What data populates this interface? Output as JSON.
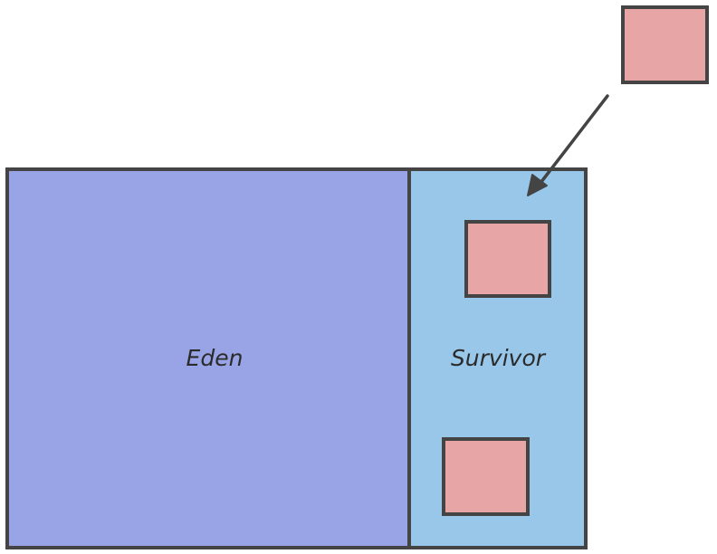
{
  "regions": {
    "eden": {
      "label": "Eden",
      "fill": "#98a4e5"
    },
    "survivor": {
      "label": "Survivor",
      "fill": "#98c7ea"
    }
  },
  "objects": {
    "fill": "#e8a5a5",
    "count": 3
  },
  "stroke_color": "#444444",
  "arrow_color": "#444444"
}
